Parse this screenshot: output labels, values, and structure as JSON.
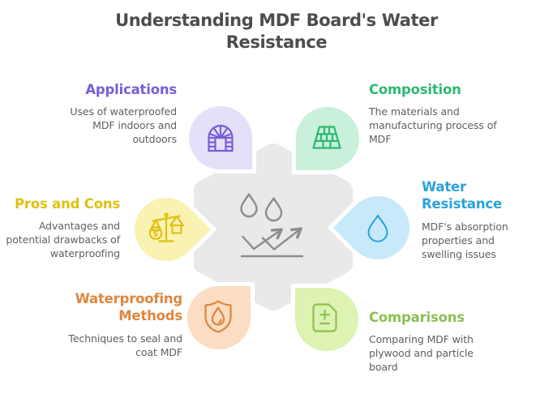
{
  "title": {
    "line1": "Understanding MDF Board's Water",
    "line2": "Resistance"
  },
  "colors": {
    "background": "#ffffff",
    "title_text": "#4d4d4d",
    "body_text": "#5f5f5f",
    "center_shape": "#e9e9e9",
    "center_icon": "#8d8d8d"
  },
  "center": {
    "icon": "water-repel-trend-icon"
  },
  "sections": [
    {
      "id": "applications",
      "label": "Applications",
      "description": "Uses of waterproofed MDF indoors and outdoors",
      "accent_color": "#7a5cd6",
      "petal_color": "#e4e0fa",
      "icon": "arch-window-icon",
      "position": "top-left"
    },
    {
      "id": "composition",
      "label": "Composition",
      "description": "The materials and manufacturing process of MDF",
      "accent_color": "#2db872",
      "petal_color": "#c8f0da",
      "icon": "paver-bricks-icon",
      "position": "top-right"
    },
    {
      "id": "pros-and-cons",
      "label": "Pros and Cons",
      "description": "Advantages and potential drawbacks of waterproofing",
      "accent_color": "#e0c011",
      "petal_color": "#faf2b2",
      "icon": "balance-scale-icon",
      "position": "left"
    },
    {
      "id": "water-resistance",
      "label": "Water Resistance",
      "description": "MDF's absorption properties and swelling issues",
      "accent_color": "#29a2dc",
      "petal_color": "#c8e9fa",
      "icon": "water-drop-icon",
      "position": "right"
    },
    {
      "id": "waterproofing-methods",
      "label": "Waterproofing Methods",
      "description": "Techniques to seal and coat MDF",
      "accent_color": "#df863e",
      "petal_color": "#faddc2",
      "icon": "shield-drop-icon",
      "position": "bottom-left"
    },
    {
      "id": "comparisons",
      "label": "Comparisons",
      "description": "Comparing MDF with plywood and particle board",
      "accent_color": "#8bc052",
      "petal_color": "#def2b2",
      "icon": "document-plus-minus-icon",
      "position": "bottom-right"
    }
  ]
}
